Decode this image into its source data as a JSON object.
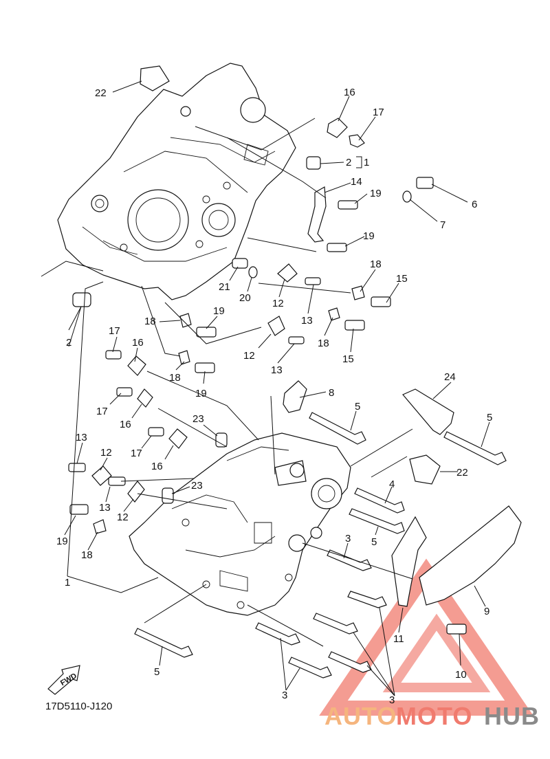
{
  "diagram_code": "17D5110-J120",
  "fwd_label": "FWD",
  "watermark": {
    "auto": "AUTO",
    "moto": "MOTO",
    "hub": "HUB"
  },
  "colors": {
    "line": "#111111",
    "watermark_orange": "#F5B57E",
    "watermark_red": "#F07B6E",
    "watermark_gray": "#8A8A8A",
    "watermark_triangle": "#F07B6E"
  },
  "callouts": [
    {
      "id": "c22a",
      "text": "22"
    },
    {
      "id": "c16a",
      "text": "16"
    },
    {
      "id": "c17a",
      "text": "17"
    },
    {
      "id": "c2a",
      "text": "2"
    },
    {
      "id": "c1a",
      "text": "1"
    },
    {
      "id": "c14",
      "text": "14"
    },
    {
      "id": "c19a",
      "text": "19"
    },
    {
      "id": "c6",
      "text": "6"
    },
    {
      "id": "c7",
      "text": "7"
    },
    {
      "id": "c19b",
      "text": "19"
    },
    {
      "id": "c18a",
      "text": "18"
    },
    {
      "id": "c15a",
      "text": "15"
    },
    {
      "id": "c21",
      "text": "21"
    },
    {
      "id": "c20",
      "text": "20"
    },
    {
      "id": "c12a",
      "text": "12"
    },
    {
      "id": "c13a",
      "text": "13"
    },
    {
      "id": "c18b",
      "text": "18"
    },
    {
      "id": "c19c",
      "text": "19"
    },
    {
      "id": "c18c",
      "text": "18"
    },
    {
      "id": "c15b",
      "text": "15"
    },
    {
      "id": "c12b",
      "text": "12"
    },
    {
      "id": "c13b",
      "text": "13"
    },
    {
      "id": "c2b",
      "text": "2"
    },
    {
      "id": "c17b",
      "text": "17"
    },
    {
      "id": "c16b",
      "text": "16"
    },
    {
      "id": "c18d",
      "text": "18"
    },
    {
      "id": "c19d",
      "text": "19"
    },
    {
      "id": "c8",
      "text": "8"
    },
    {
      "id": "c24",
      "text": "24"
    },
    {
      "id": "c17c",
      "text": "17"
    },
    {
      "id": "c16c",
      "text": "16"
    },
    {
      "id": "c5a",
      "text": "5"
    },
    {
      "id": "c5b",
      "text": "5"
    },
    {
      "id": "c23a",
      "text": "23"
    },
    {
      "id": "c17d",
      "text": "17"
    },
    {
      "id": "c16d",
      "text": "16"
    },
    {
      "id": "c13c",
      "text": "13"
    },
    {
      "id": "c12c",
      "text": "12"
    },
    {
      "id": "c22b",
      "text": "22"
    },
    {
      "id": "c23b",
      "text": "23"
    },
    {
      "id": "c13d",
      "text": "13"
    },
    {
      "id": "c12d",
      "text": "12"
    },
    {
      "id": "c4",
      "text": "4"
    },
    {
      "id": "c19e",
      "text": "19"
    },
    {
      "id": "c18e",
      "text": "18"
    },
    {
      "id": "c5c",
      "text": "5"
    },
    {
      "id": "c3a",
      "text": "3"
    },
    {
      "id": "c1b",
      "text": "1"
    },
    {
      "id": "c9",
      "text": "9"
    },
    {
      "id": "c11",
      "text": "11"
    },
    {
      "id": "c5d",
      "text": "5"
    },
    {
      "id": "c10",
      "text": "10"
    },
    {
      "id": "c3b",
      "text": "3"
    },
    {
      "id": "c3c",
      "text": "3"
    }
  ]
}
